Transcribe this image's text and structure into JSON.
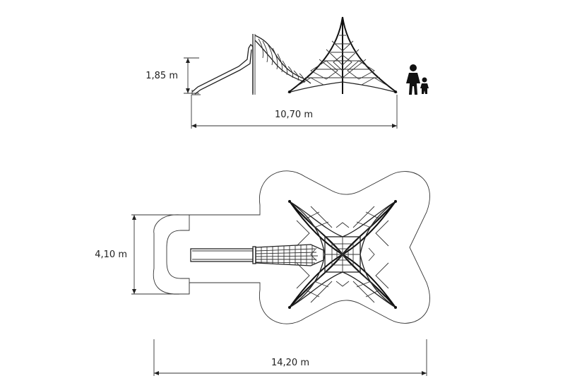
{
  "dimensions": {
    "height": "1,85 m",
    "side_length": "10,70 m",
    "width": "4,10 m",
    "total_length": "14,20 m"
  },
  "colors": {
    "line": "#222222",
    "net": "#1a1a1a",
    "background": "#ffffff"
  }
}
